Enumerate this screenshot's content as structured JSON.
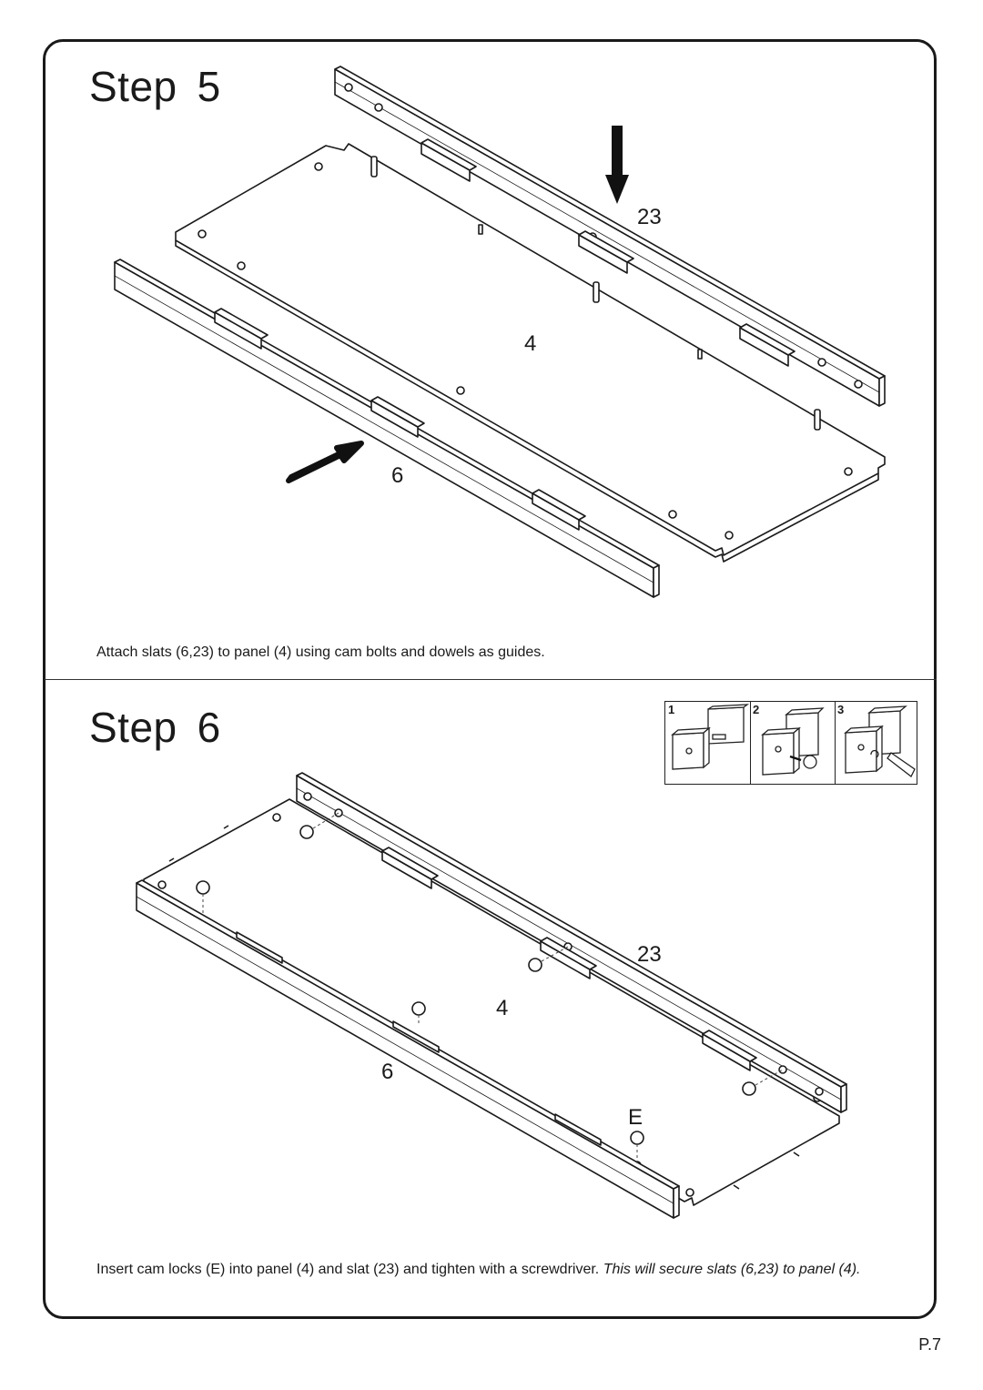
{
  "step5": {
    "title_word": "Step",
    "title_number": "5",
    "label_slat_top": "23",
    "label_panel": "4",
    "label_slat_bottom": "6",
    "caption": "Attach slats (6,23) to panel (4) using cam bolts and dowels as guides."
  },
  "step6": {
    "title_word": "Step",
    "title_number": "6",
    "label_slat_top": "23",
    "label_panel": "4",
    "label_slat_bottom": "6",
    "label_camlock": "E",
    "caption_regular": "Insert cam locks (E) into panel (4) and slat (23) and tighten with a screwdriver.",
    "caption_italic": "This will secure slats (6,23) to panel (4).",
    "inset_steps": [
      "1",
      "2",
      "3"
    ]
  },
  "page_number": "P.7"
}
